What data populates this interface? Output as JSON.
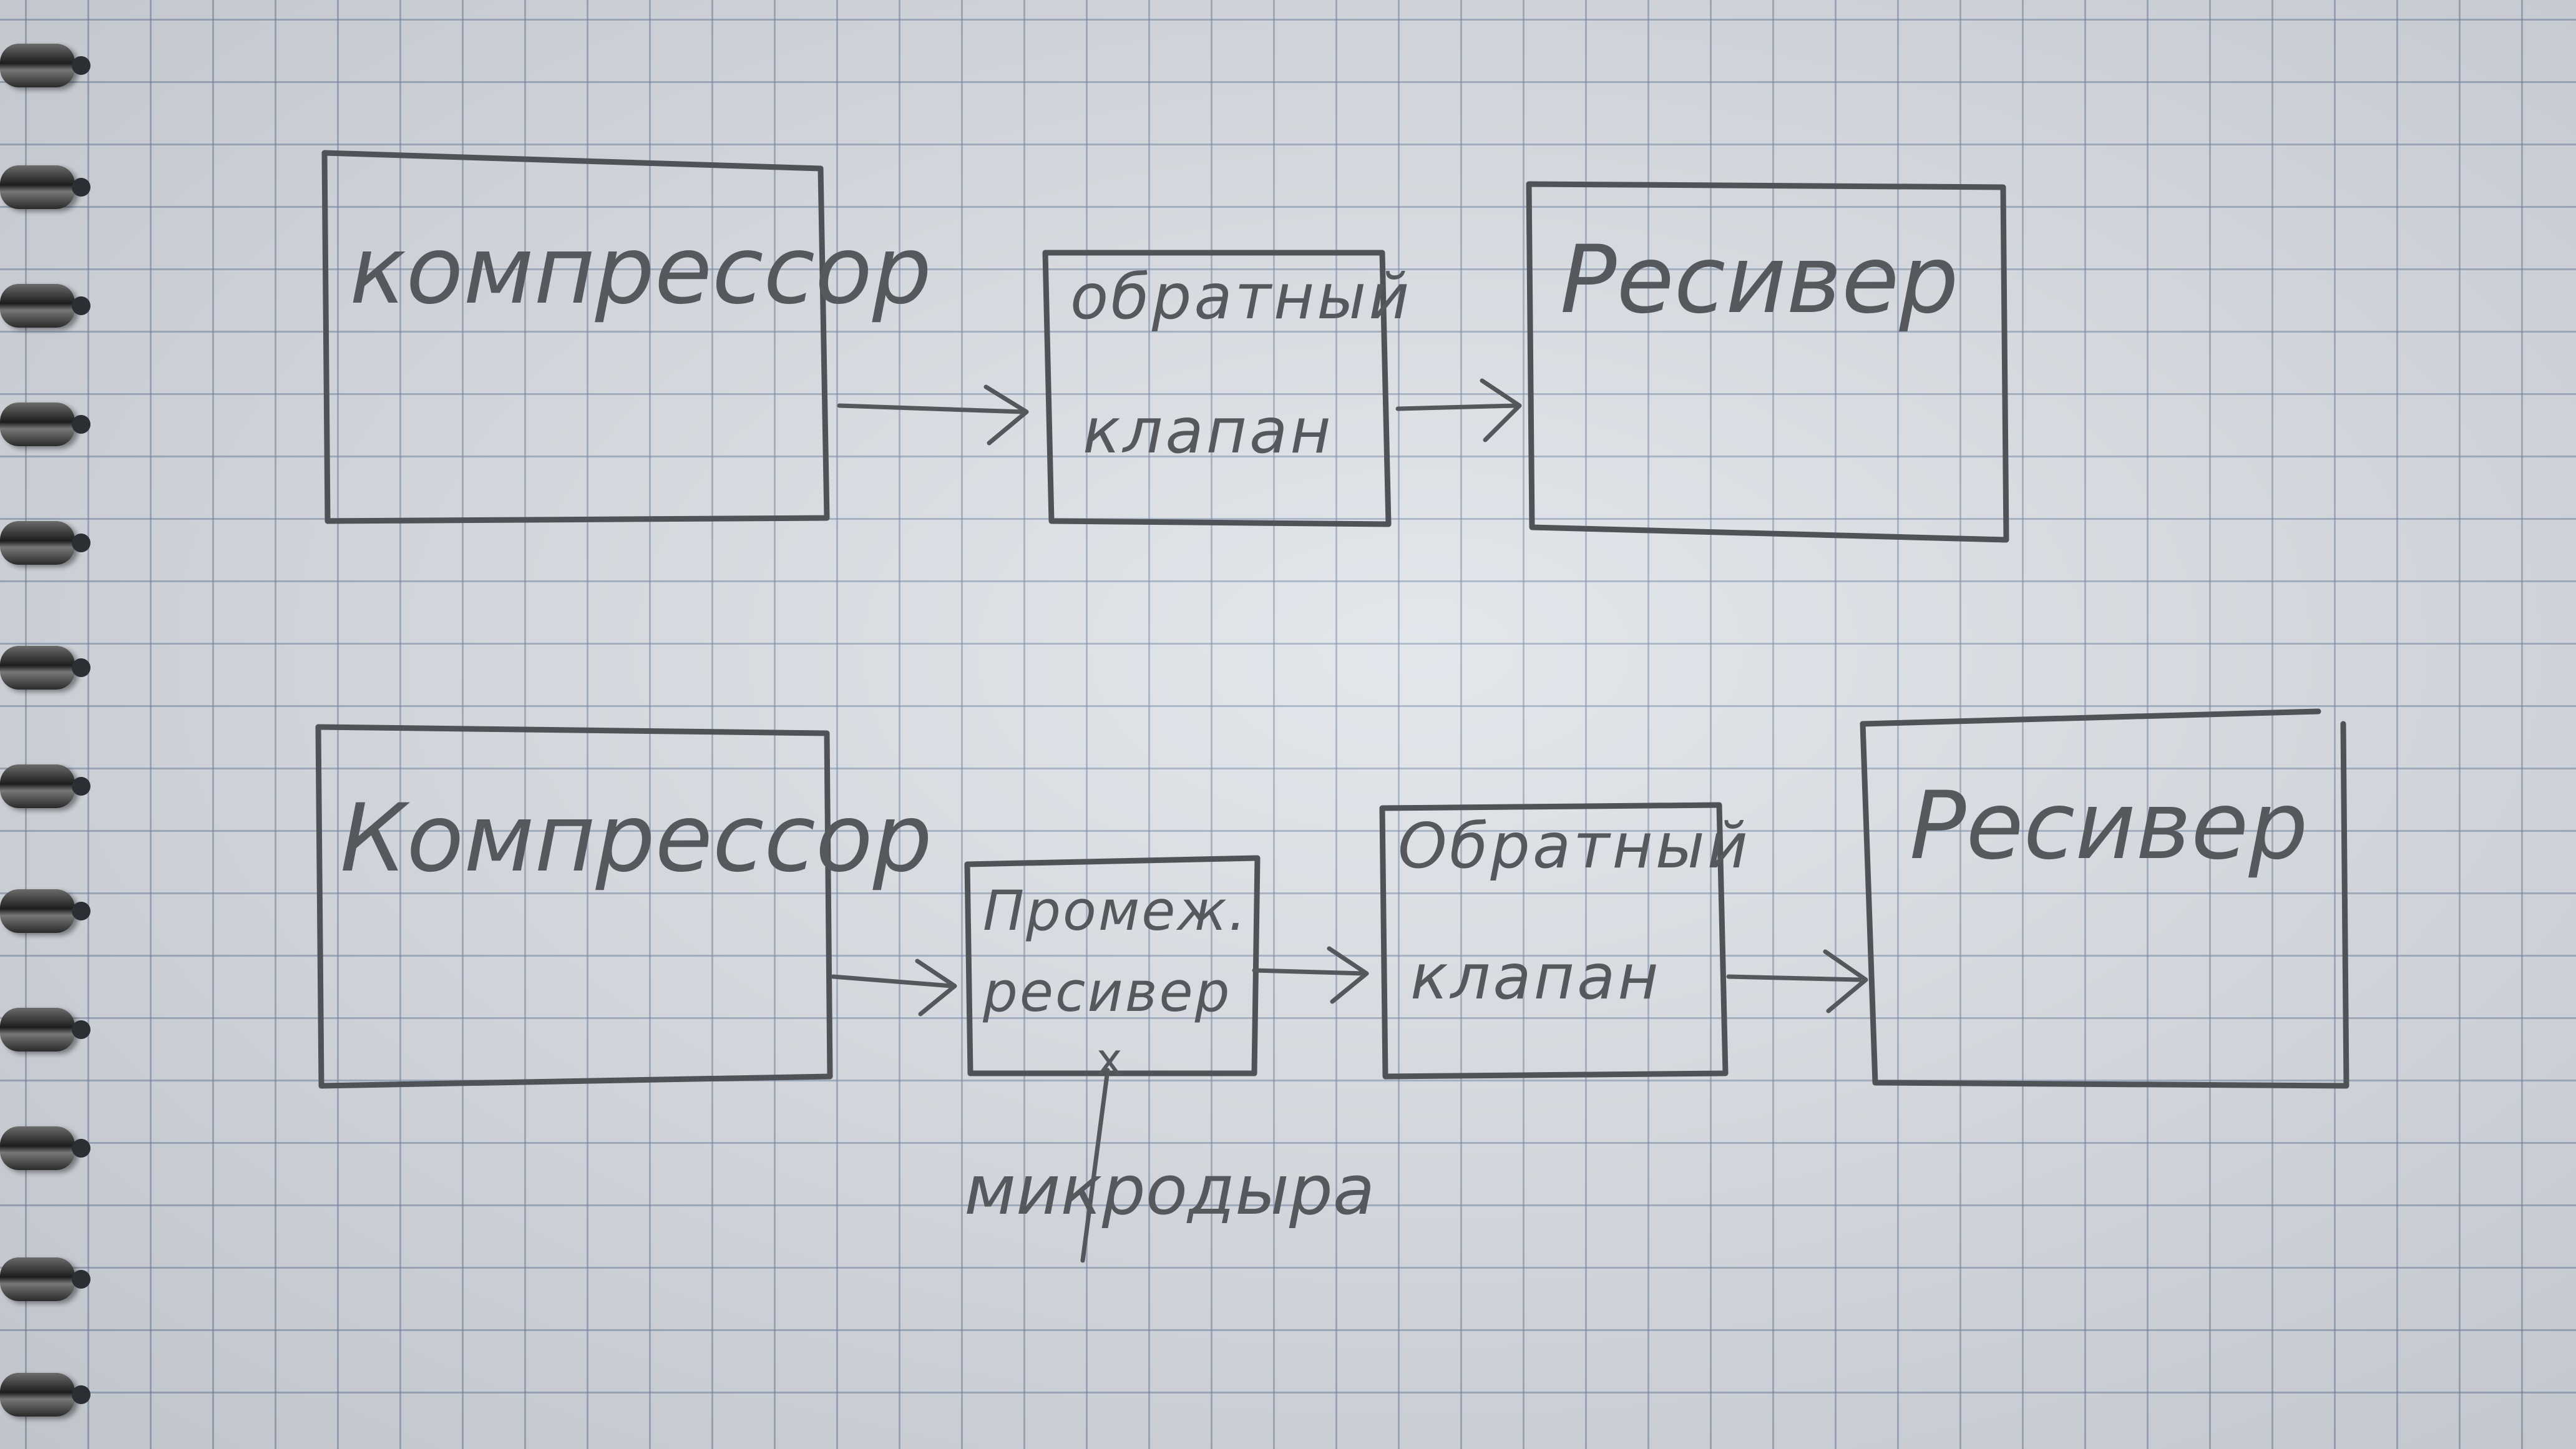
{
  "diagram": {
    "top_row": {
      "compressor": "компрессор",
      "check_valve_line1": "обратный",
      "check_valve_line2": "клапан",
      "receiver": "Ресивер"
    },
    "bottom_row": {
      "compressor": "Компрессор",
      "intermediate_receiver_line1": "Промеж.",
      "intermediate_receiver_line2": "ресивер",
      "leak_marker": "x",
      "leak_label": "микродыра",
      "check_valve_line1": "Обратный",
      "check_valve_line2": "клапан",
      "receiver": "Ресивер"
    },
    "colors": {
      "pencil": "#4f5256",
      "grid": "#7d8ca3",
      "paper": "#dde2e8"
    }
  }
}
